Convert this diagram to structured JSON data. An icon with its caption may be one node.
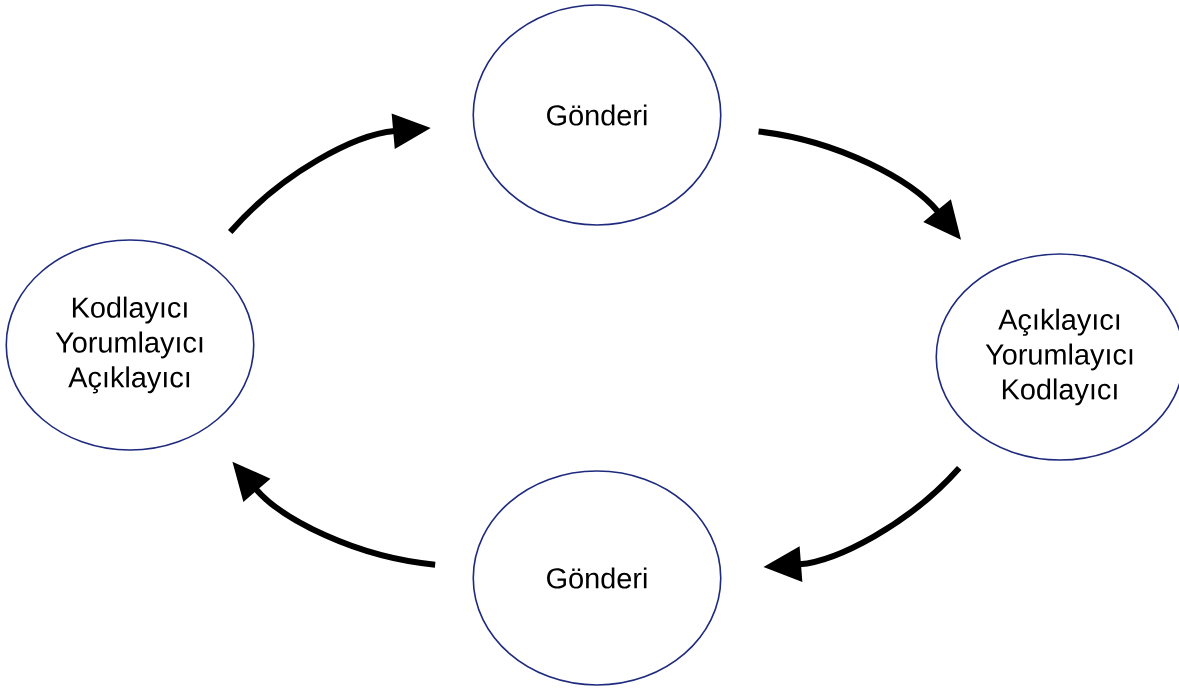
{
  "diagram": {
    "nodes": [
      {
        "text": [
          "Gönderi"
        ]
      },
      {
        "text": [
          "Kodlayıcı Yorumlayıcı Açıklayıcı"
        ]
      },
      {
        "text": [
          "Açıklayıcı Yorumlayıcı Kodlayıcı"
        ]
      },
      {
        "text": [
          "Gönderi"
        ]
      }
    ],
    "edges": [
      {
        "from": 1,
        "to": 0,
        "arrow": "to"
      },
      {
        "from": 0,
        "to": 2,
        "arrow": "to"
      },
      {
        "from": 2,
        "to": 3,
        "arrow": "to"
      },
      {
        "from": 3,
        "to": 1,
        "arrow": "to"
      }
    ]
  }
}
